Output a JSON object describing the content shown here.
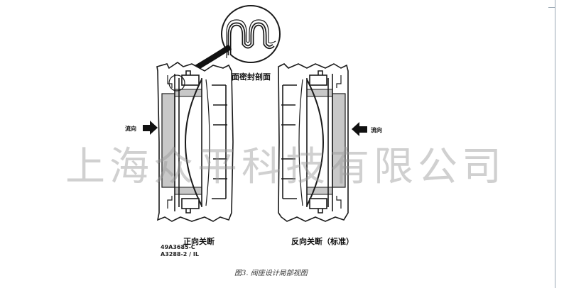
{
  "labels": {
    "callout": "面密封剖面",
    "flow_left": "流向",
    "flow_right": "流向",
    "left_title": "正向关断",
    "right_title": "反向关断（标准）",
    "code_1": "49A3685-C",
    "code_2": "A3288-2 / IL",
    "caption": "图3. 阀座设计局部视图"
  },
  "watermark": "上海众平科技有限公司",
  "colors": {
    "line": "#1a1a1a",
    "shade": "#c8c8c8",
    "watermark": "#969696"
  },
  "icons": {
    "flow_left": "arrow-right-icon",
    "flow_right": "arrow-left-icon"
  }
}
